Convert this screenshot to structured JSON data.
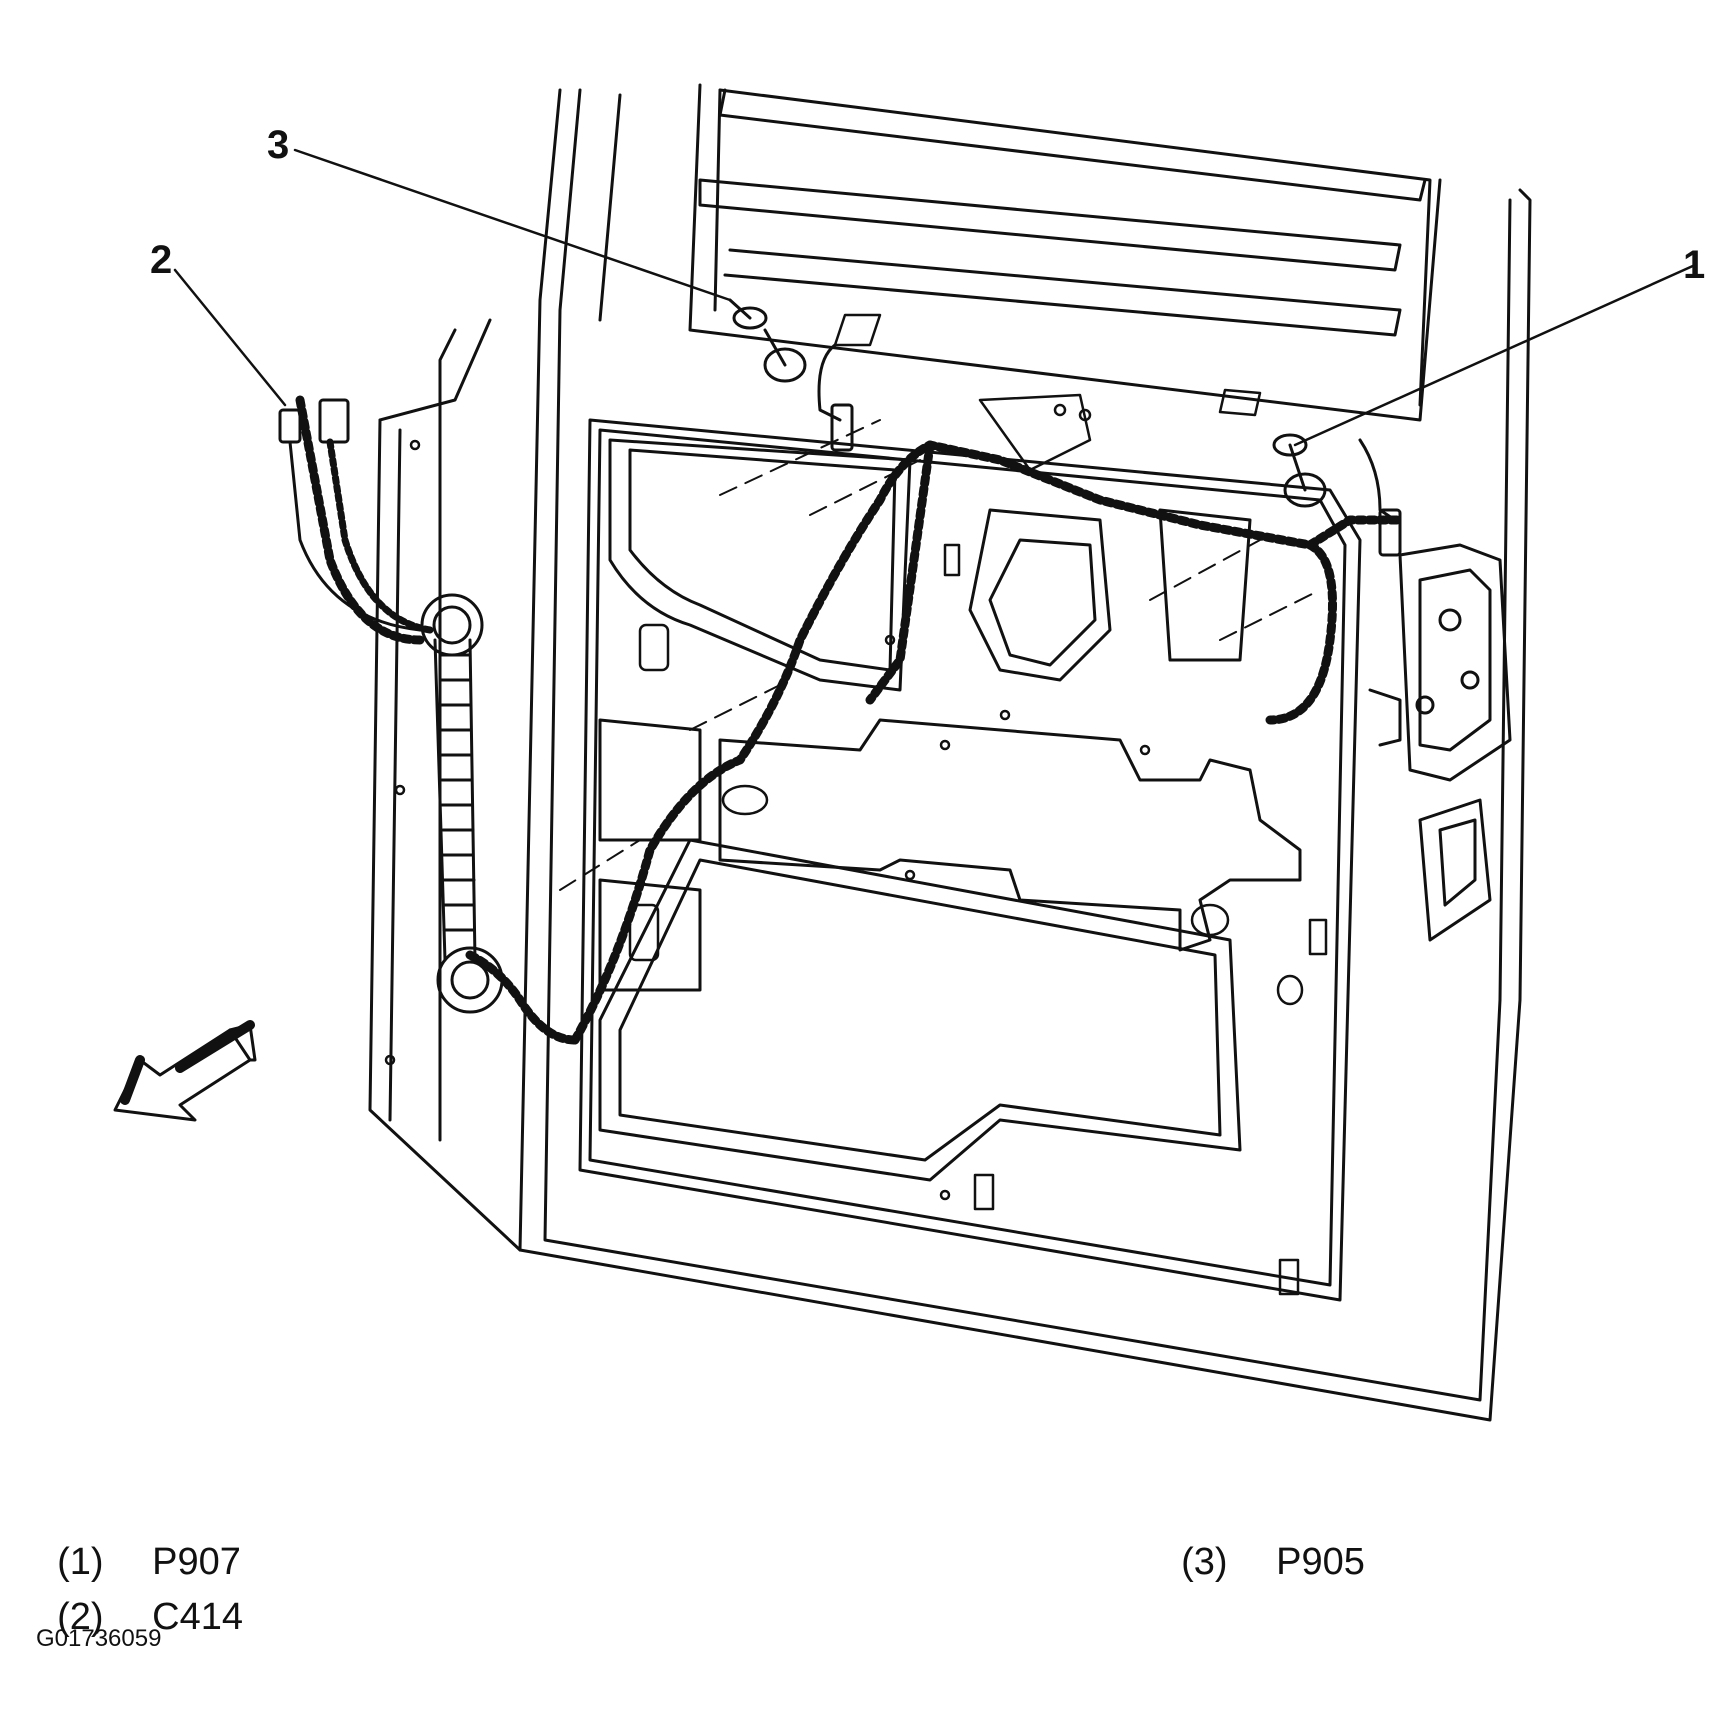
{
  "callouts": [
    {
      "id": "1",
      "label": "1"
    },
    {
      "id": "2",
      "label": "2"
    },
    {
      "id": "3",
      "label": "3"
    }
  ],
  "legend": [
    {
      "num": "(1)",
      "code": "P907"
    },
    {
      "num": "(2)",
      "code": "C414"
    },
    {
      "num": "(3)",
      "code": "P905"
    }
  ],
  "figure_id": "G01736059",
  "colors": {
    "line": "#111111",
    "background": "#ffffff"
  }
}
